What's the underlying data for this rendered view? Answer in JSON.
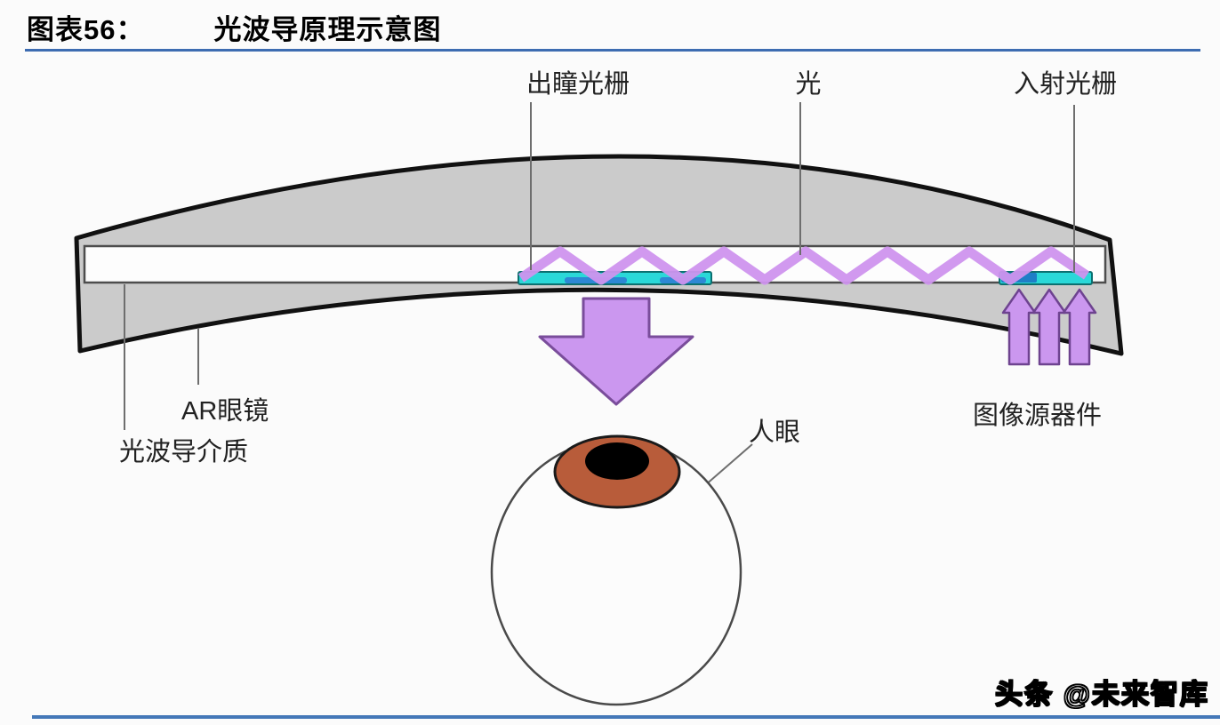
{
  "title": {
    "label_prefix": "图表56：",
    "label_text": "光波导原理示意图"
  },
  "top_labels": {
    "exit_pupil_grating": "出瞳光栅",
    "light": "光",
    "incident_grating": "入射光栅"
  },
  "side_labels": {
    "ar_glasses": "AR眼镜",
    "waveguide_medium": "光波导介质",
    "human_eye": "人眼",
    "image_source_device": "图像源器件"
  },
  "watermark": "头条 @未来智库",
  "colors": {
    "accent_blue": "#3d6cb1",
    "bottom_rule_blue": "#4478b8",
    "lens_gray": "#cbcbcb",
    "lens_outline": "#111111",
    "light_purple": "#cf93ee",
    "arrow_purple": "#cb97ef",
    "arrow_outline": "#7a4d9b",
    "grating_cyan": "#2ad8d8",
    "grating_blue": "#1d74c4",
    "iris_brown": "#b85c3a",
    "pupil_black": "#000000"
  }
}
